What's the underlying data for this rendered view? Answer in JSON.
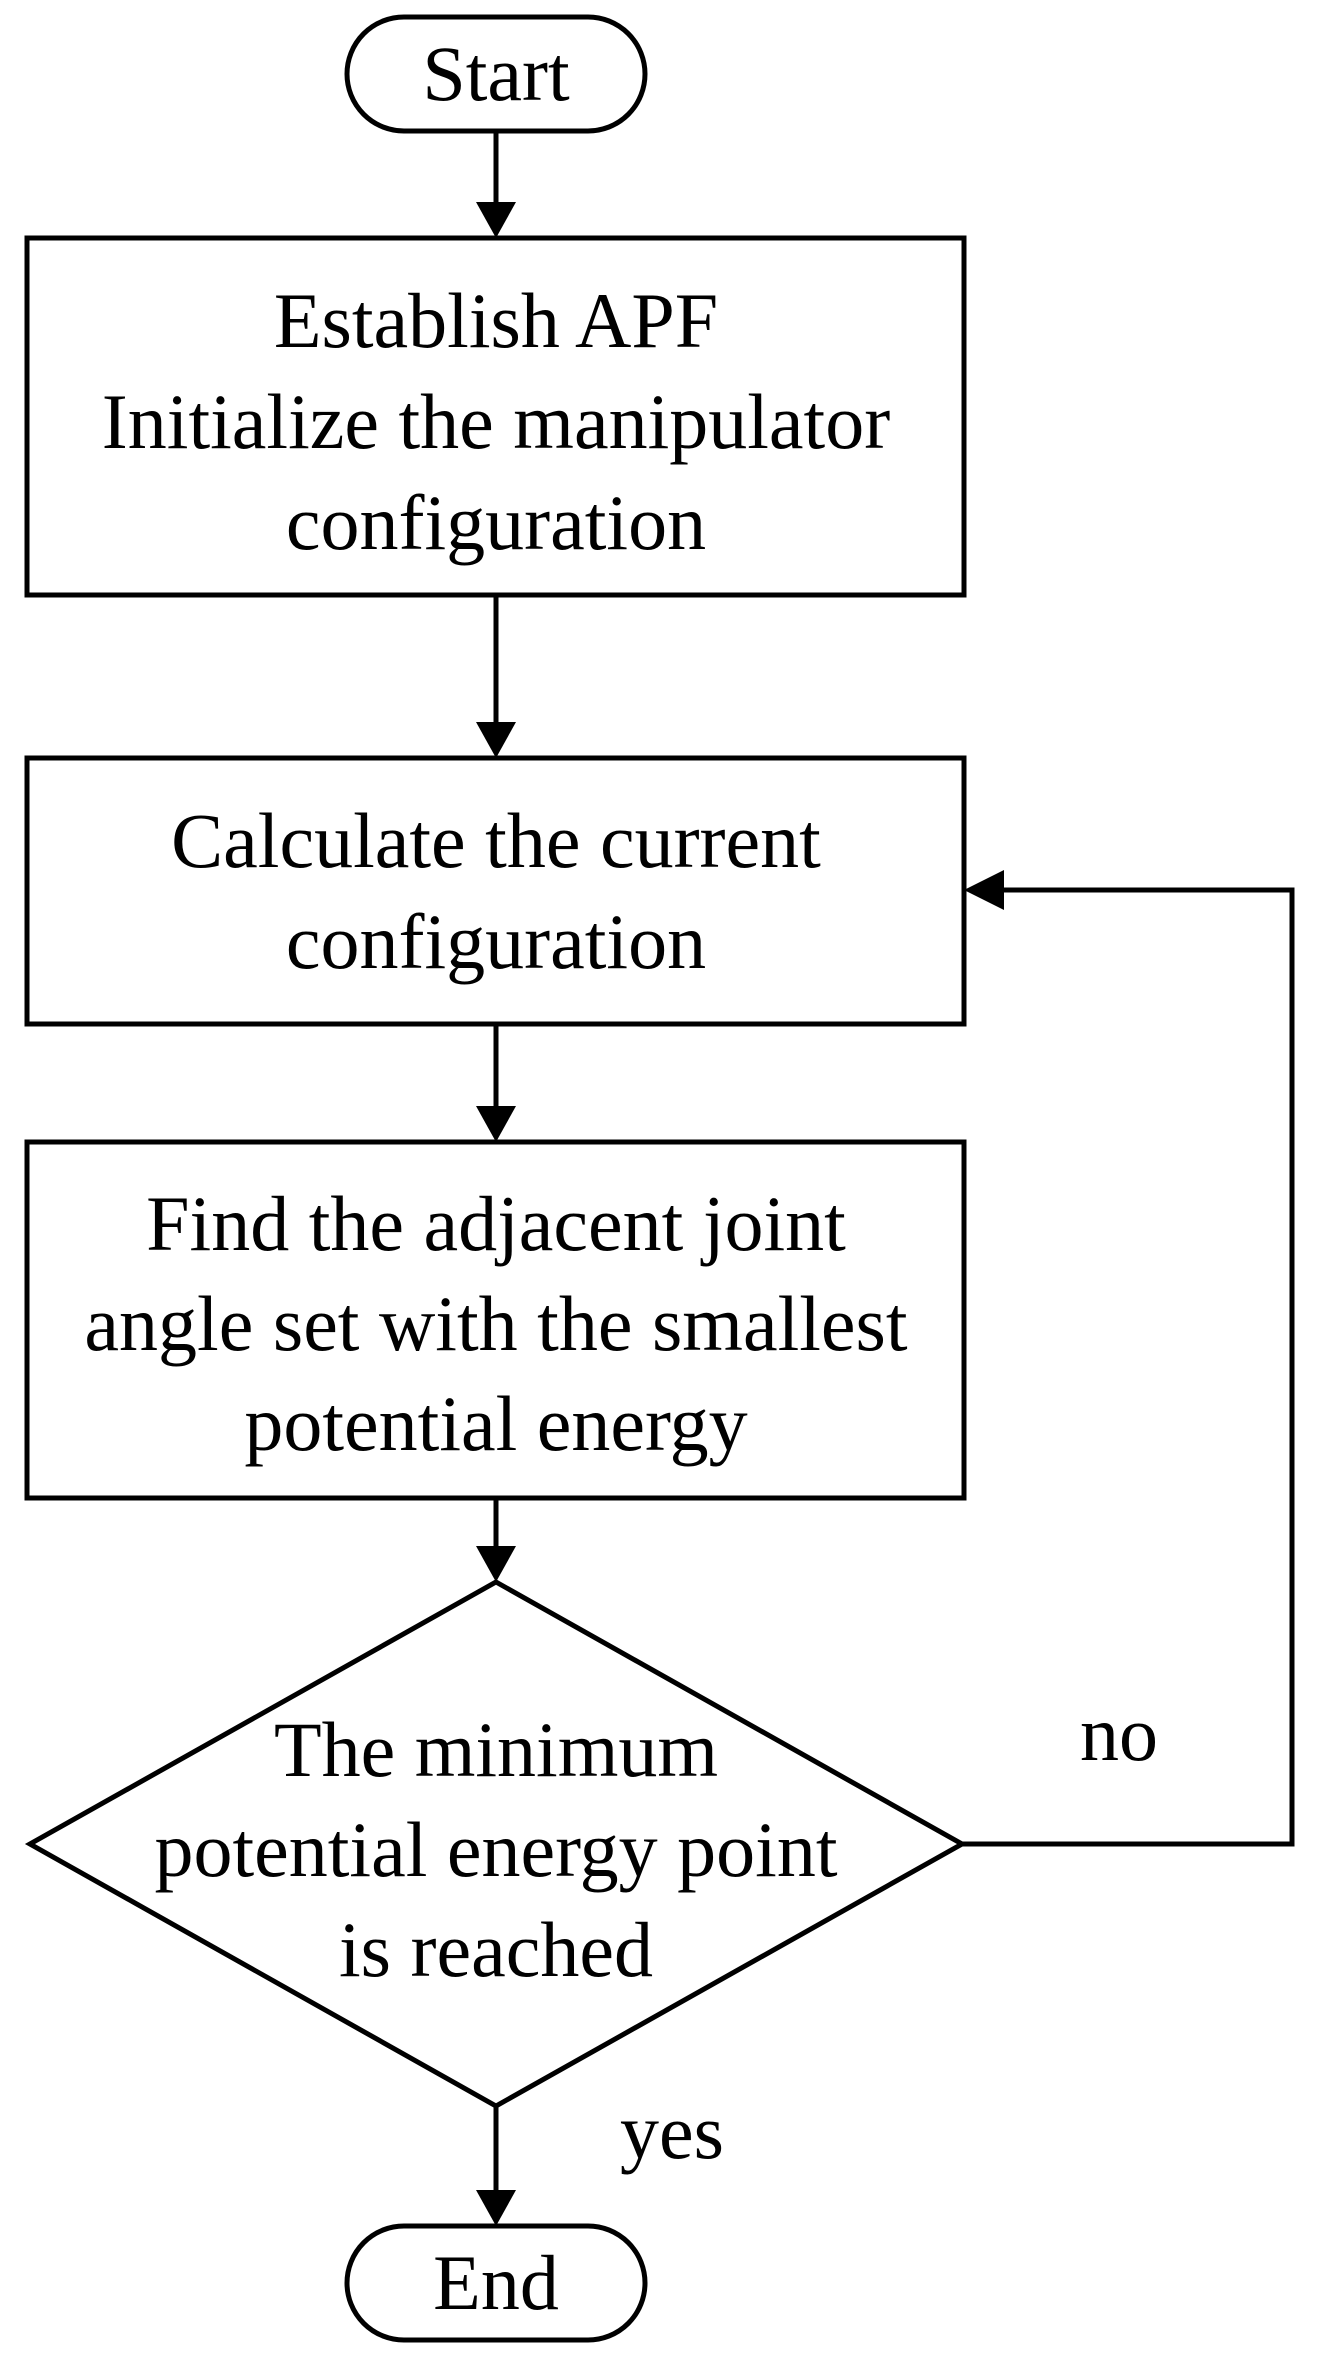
{
  "nodes": {
    "start": {
      "text": "Start"
    },
    "establish": {
      "lines": [
        "Establish APF",
        "Initialize the manipulator",
        "configuration"
      ]
    },
    "calculate": {
      "lines": [
        "Calculate the current",
        "configuration"
      ]
    },
    "find": {
      "lines": [
        "Find the adjacent joint",
        "angle set with the smallest",
        "potential energy"
      ]
    },
    "decision": {
      "lines": [
        "The minimum",
        "potential energy point",
        "is reached"
      ]
    },
    "end": {
      "text": "End"
    }
  },
  "edges": {
    "no_label": "no",
    "yes_label": "yes"
  }
}
